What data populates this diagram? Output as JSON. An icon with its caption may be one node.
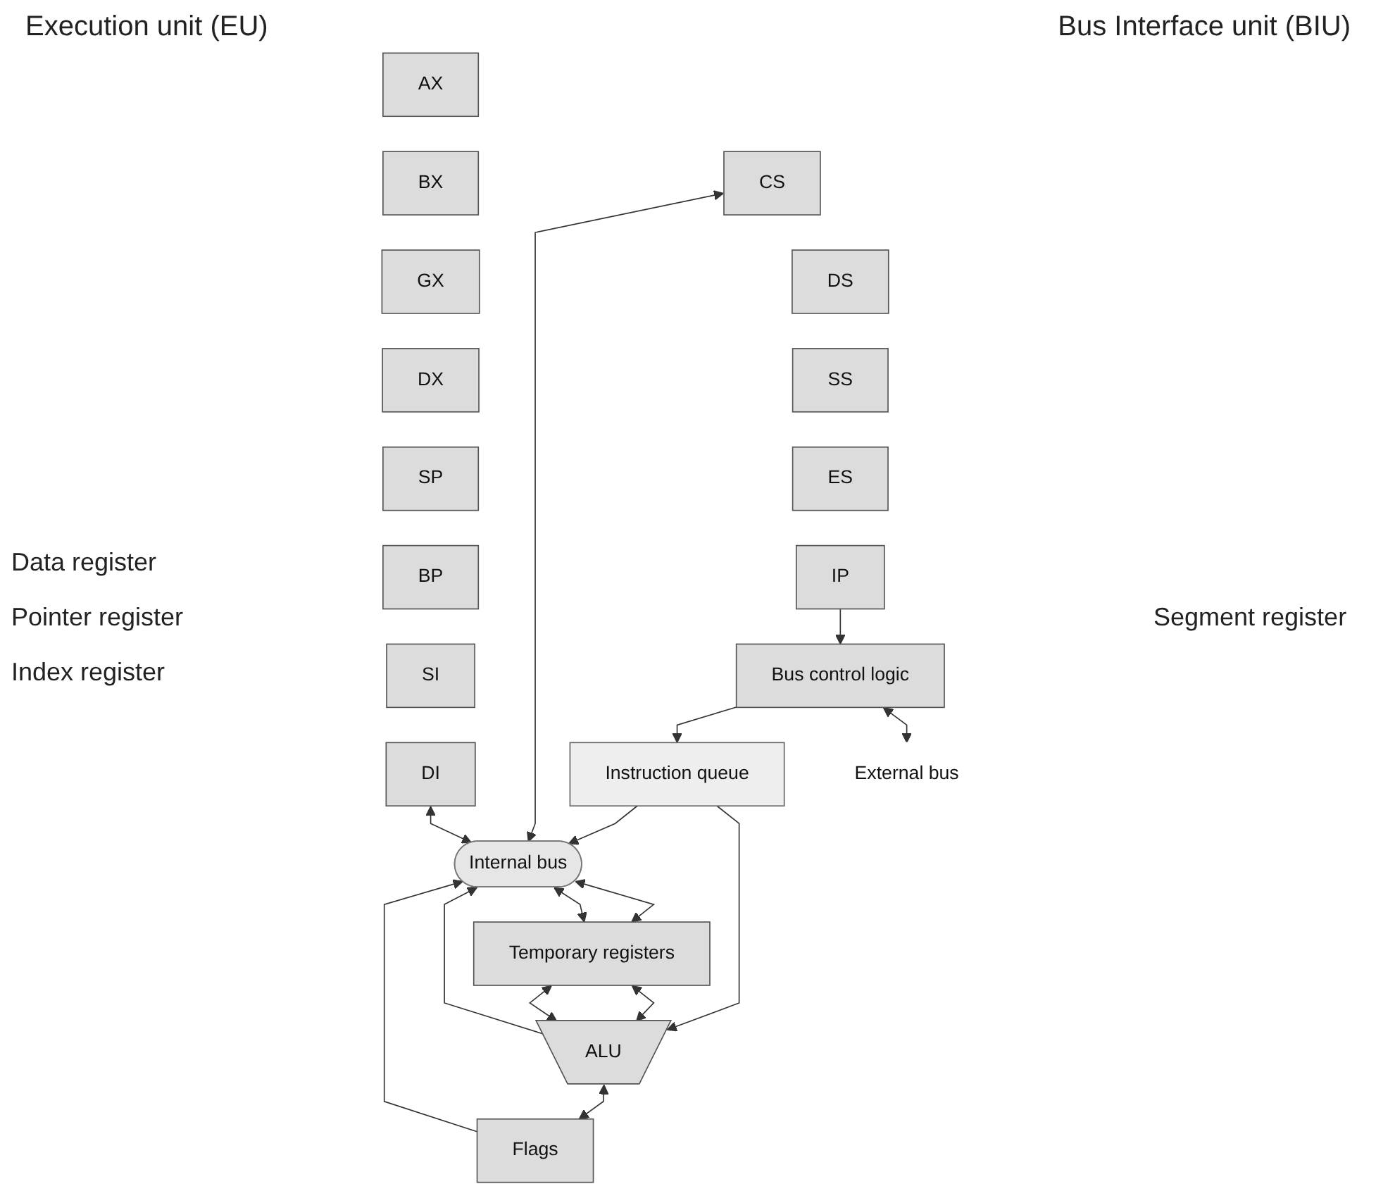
{
  "diagram": {
    "nodes": [
      {
        "text": [
          "AX"
        ]
      },
      {
        "text": [
          "BX"
        ]
      },
      {
        "text": [
          "GX"
        ]
      },
      {
        "text": [
          "DX"
        ]
      },
      {
        "text": [
          "SP"
        ]
      },
      {
        "text": [
          "BP"
        ]
      },
      {
        "text": [
          "SI"
        ]
      },
      {
        "text": [
          "DI"
        ]
      },
      {
        "text": [
          "CS"
        ]
      },
      {
        "text": [
          "DS"
        ]
      },
      {
        "text": [
          "SS"
        ]
      },
      {
        "text": [
          "ES"
        ]
      },
      {
        "text": [
          "IP"
        ]
      },
      {
        "text": [
          "Internal bus"
        ]
      },
      {
        "text": [
          "Bus control logic"
        ]
      },
      {
        "text": [
          "External bus"
        ]
      },
      {
        "text": [
          "Temporary registers"
        ]
      },
      {
        "text": [
          "ALU"
        ]
      },
      {
        "text": [
          "Instruction queue"
        ]
      },
      {
        "text": [
          "Flags"
        ]
      }
    ],
    "edges": [
      {
        "from": 7,
        "to": 13,
        "arrow": "both"
      },
      {
        "from": 8,
        "to": 13,
        "arrow": "both"
      },
      {
        "from": 12,
        "to": 14,
        "arrow": "to"
      },
      {
        "from": 14,
        "to": 15,
        "arrow": "both"
      },
      {
        "from": 13,
        "to": 16,
        "arrow": "both"
      },
      {
        "from": 13,
        "to": 16,
        "arrow": "both"
      },
      {
        "from": 16,
        "to": 17,
        "arrow": "both"
      },
      {
        "from": 16,
        "to": 17,
        "arrow": "both"
      },
      {
        "from": 14,
        "to": 18,
        "arrow": "to"
      },
      {
        "from": 18,
        "to": 17,
        "arrow": "to"
      },
      {
        "from": 18,
        "to": 13,
        "arrow": "to"
      },
      {
        "from": 17,
        "to": 13,
        "arrow": "to"
      },
      {
        "from": 17,
        "to": 19,
        "arrow": "both"
      },
      {
        "from": 19,
        "to": 13,
        "arrow": "to"
      }
    ],
    "labels": [
      "Execution unit (EU)",
      "Bus Interface unit (BIU)",
      "Data register",
      "Pointer register",
      "Index register",
      "Segment register"
    ]
  }
}
